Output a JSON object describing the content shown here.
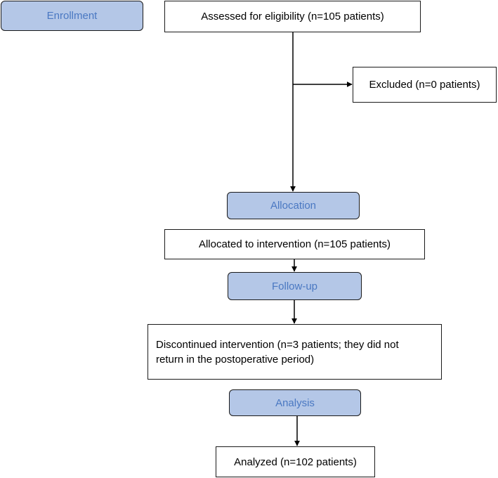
{
  "colors": {
    "stage_fill": "#b4c7e7",
    "stage_text": "#4a78c2",
    "line": "#000000"
  },
  "stages": {
    "enrollment": "Enrollment",
    "allocation": "Allocation",
    "follow_up": "Follow-up",
    "analysis": "Analysis"
  },
  "boxes": {
    "assessed": "Assessed for eligibility (n=105 patients)",
    "excluded": "Excluded (n=0 patients)",
    "allocated": "Allocated to intervention (n=105 patients)",
    "discontinued_line1": "Discontinued intervention (n=3 patients; they did not",
    "discontinued_line2": "return in the postoperative period)",
    "analyzed": "Analyzed (n=102 patients)"
  }
}
